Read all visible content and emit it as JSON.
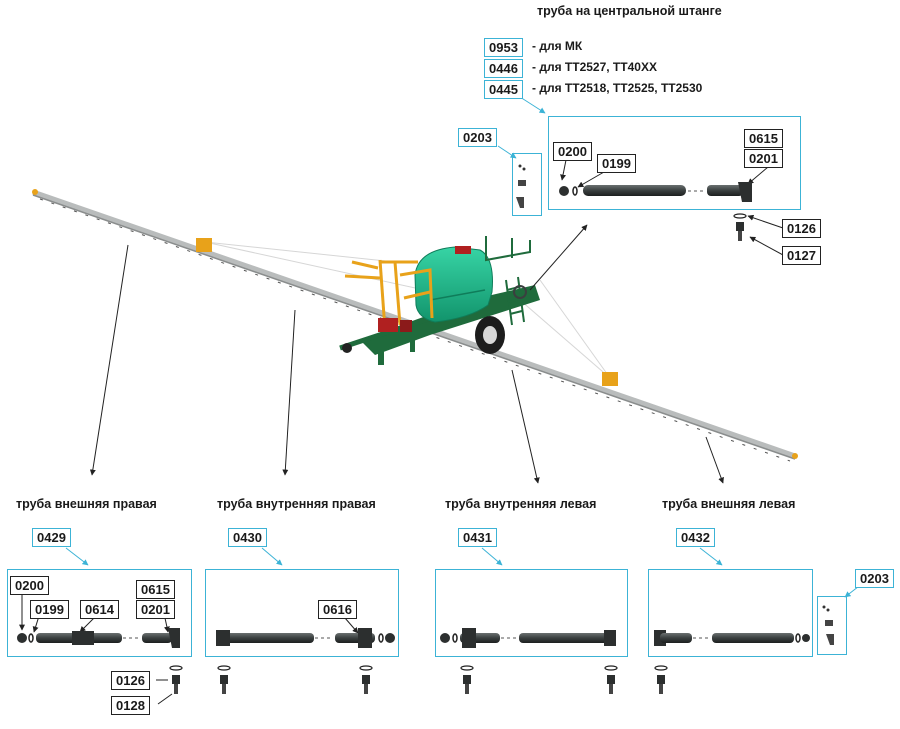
{
  "central": {
    "title": "труба на центральной штанге",
    "variants": [
      {
        "code": "0953",
        "label": "- для МК"
      },
      {
        "code": "0446",
        "label": "- для ТТ2527, ТТ40ХХ"
      },
      {
        "code": "0445",
        "label": "- для ТТ2518, ТТ2525, ТТ2530"
      }
    ],
    "parts": {
      "p0200": "0200",
      "p0199": "0199",
      "p0615": "0615",
      "p0201": "0201",
      "p0126": "0126",
      "p0127": "0127"
    }
  },
  "top_kit": "0203",
  "sections": {
    "outer_right": {
      "title": "труба внешняя правая",
      "kit": "0429",
      "parts": {
        "p0200": "0200",
        "p0199": "0199",
        "p0614": "0614",
        "p0615": "0615",
        "p0201": "0201",
        "p0126": "0126",
        "p0128": "0128"
      }
    },
    "inner_right": {
      "title": "труба внутренняя правая",
      "kit": "0430",
      "parts": {
        "p0616": "0616"
      }
    },
    "inner_left": {
      "title": "труба внутренняя левая",
      "kit": "0431"
    },
    "outer_left": {
      "title": "труба внешняя левая",
      "kit": "0432"
    }
  },
  "bottom_kit": "0203",
  "colors": {
    "accent": "#3cb3d6",
    "tank": "#1fb88f",
    "frame": "#e8a21a",
    "chassis": "#1f6b3c",
    "pipe": "#3a3f3f"
  }
}
